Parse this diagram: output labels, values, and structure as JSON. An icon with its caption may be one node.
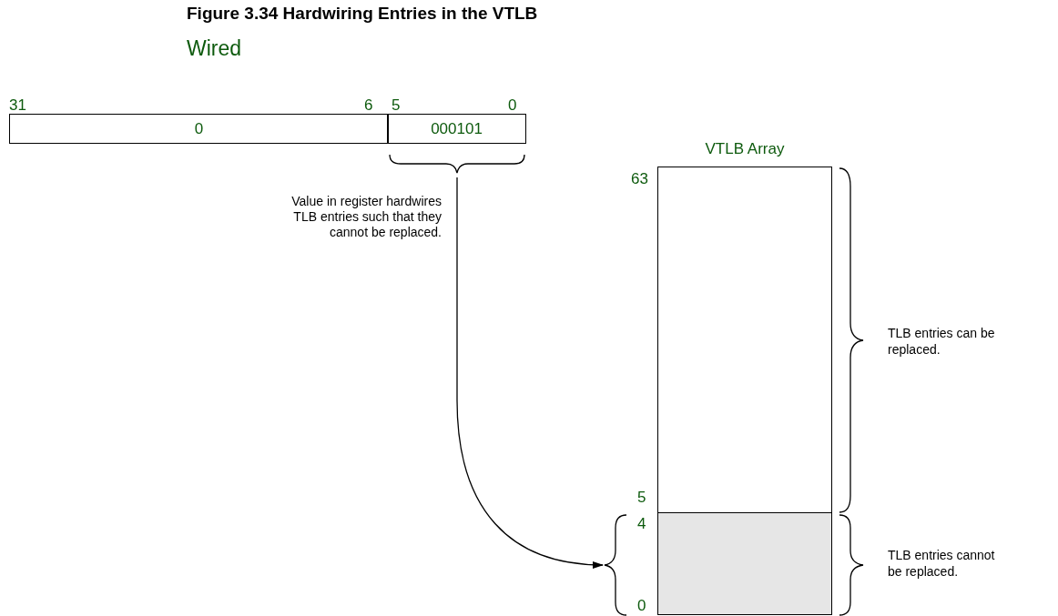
{
  "diagram": {
    "title": "Figure 3.34 Hardwiring Entries in the VTLB",
    "nodes": [
      {
        "text": [
          "0"
        ]
      },
      {
        "text": [
          "000101"
        ]
      },
      {
        "text": [
          "VTLB Array"
        ]
      },
      {
        "text": [],
        "shape": "box",
        "in": 2
      },
      {
        "text": [],
        "shape": "box",
        "in": 2
      }
    ],
    "edges": [
      {
        "from": 1,
        "to": 4,
        "arrow": "to"
      }
    ],
    "labels": [
      "Wired",
      "31",
      "6",
      "5",
      "0",
      "Value in register hardwires TLB entries such that they cannot be replaced.",
      "63",
      "TLB entries can be replaced.",
      "5",
      "4",
      "TLB entries cannot be replaced.",
      "0"
    ]
  }
}
